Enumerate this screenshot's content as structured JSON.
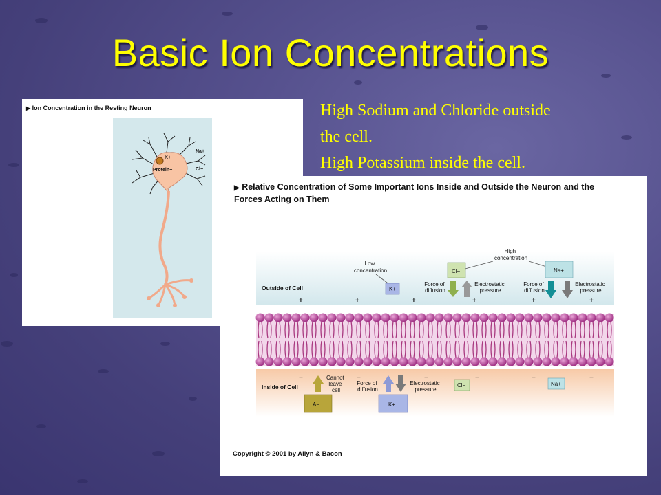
{
  "slide": {
    "title": "Basic Ion Concentrations",
    "bullets": [
      "High Sodium and Chloride outside",
      "the cell.",
      "High Potassium inside the cell."
    ],
    "colors": {
      "title": "#ffff00",
      "background": "#4f4a88",
      "panel": "#ffffff"
    }
  },
  "figure1": {
    "caption": "Ion Concentration in the Resting Neuron",
    "labels": {
      "potassium": "K+",
      "protein": "Protein−",
      "sodium": "Na+",
      "chloride": "Cl−"
    }
  },
  "figure2": {
    "caption": "Relative Concentration of Some Important Ions Inside and Outside the Neuron and the Forces Acting on Them",
    "labels": {
      "high_concentration_1": "High",
      "high_concentration_2": "concentration",
      "low_concentration_1": "Low",
      "low_concentration_2": "concentration",
      "outside_cell": "Outside of Cell",
      "inside_cell": "Inside of Cell",
      "force_diffusion_1": "Force of",
      "force_diffusion_2": "diffusion",
      "electrostatic_1": "Electrostatic",
      "electrostatic_2": "pressure",
      "cannot_leave_1": "Cannot",
      "cannot_leave_2": "leave",
      "cannot_leave_3": "cell",
      "ion_k": "K+",
      "ion_cl": "Cl−",
      "ion_na": "Na+",
      "ion_a": "A−",
      "plus": "+",
      "minus": "−"
    },
    "copyright": "Copyright © 2001 by Allyn & Bacon"
  }
}
